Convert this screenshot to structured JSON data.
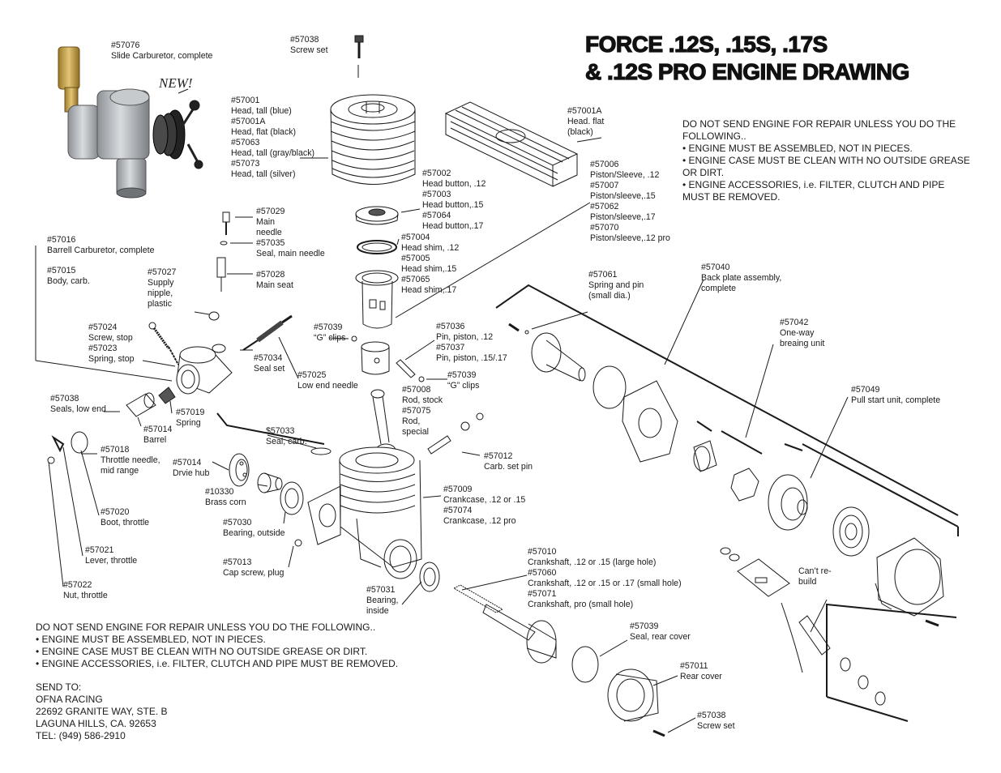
{
  "title": {
    "line1": "FORCE .12S, .15S, .17S",
    "line2": "& .12S PRO ENGINE DRAWING"
  },
  "new_badge": "NEW!",
  "parts": [
    {
      "id": "p57076",
      "lines": [
        "#57076",
        "Slide Carburetor, complete"
      ]
    },
    {
      "id": "p57038a",
      "lines": [
        "#57038",
        "Screw set"
      ]
    },
    {
      "id": "p57001",
      "lines": [
        "#57001",
        "Head, tall (blue)",
        "#57001A",
        "Head, flat (black)",
        "#57063",
        "Head, tall (gray/black)",
        "#57073",
        "Head, tall (silver)"
      ]
    },
    {
      "id": "p57001A",
      "lines": [
        "#57001A",
        "Head. flat",
        "(black)"
      ]
    },
    {
      "id": "p57002",
      "lines": [
        "#57002",
        "Head button, .12",
        "#57003",
        "Head button,.15",
        "#57064",
        "Head button,.17"
      ]
    },
    {
      "id": "p57006",
      "lines": [
        "#57006",
        "Piston/Sleeve, .12",
        "#57007",
        "Piston/sleeve,.15",
        "#57062",
        "Piston/sleeve,.17",
        "#57070",
        "Piston/sleeve,.12 pro"
      ]
    },
    {
      "id": "p57029",
      "lines": [
        "#57029",
        "Main",
        "needle"
      ]
    },
    {
      "id": "p57035",
      "lines": [
        "#57035",
        "Seal, main needle"
      ]
    },
    {
      "id": "p57004",
      "lines": [
        "#57004",
        "Head shim, .12",
        "#57005",
        "Head shim,.15",
        "#57065",
        "Head shim,.17"
      ]
    },
    {
      "id": "p57016",
      "lines": [
        "#57016",
        "Barrell Carburetor, complete"
      ]
    },
    {
      "id": "p57015",
      "lines": [
        "#57015",
        "Body, carb."
      ]
    },
    {
      "id": "p57027",
      "lines": [
        "#57027",
        "Supply",
        "nipple,",
        "plastic"
      ]
    },
    {
      "id": "p57028",
      "lines": [
        "#57028",
        "Main seat"
      ]
    },
    {
      "id": "p57061",
      "lines": [
        "#57061",
        "Spring and pin",
        "(small dia.)"
      ]
    },
    {
      "id": "p57040",
      "lines": [
        "#57040",
        "Back plate assembly,",
        "complete"
      ]
    },
    {
      "id": "p57024",
      "lines": [
        "#57024",
        "Screw, stop",
        "#57023",
        "Spring, stop"
      ]
    },
    {
      "id": "p57039a",
      "lines": [
        "#57039",
        "“G” clips"
      ]
    },
    {
      "id": "p57036",
      "lines": [
        "#57036",
        "Pin, piston, .12",
        "#57037",
        "Pin, piston, .15/.17"
      ]
    },
    {
      "id": "p57042",
      "lines": [
        "#57042",
        "One-way",
        "breaing unit"
      ]
    },
    {
      "id": "p57034",
      "lines": [
        "#57034",
        "Seal set"
      ]
    },
    {
      "id": "p57025",
      "lines": [
        "#57025",
        "Low end needle"
      ]
    },
    {
      "id": "p57039b",
      "lines": [
        "#57039",
        "“G” clips"
      ]
    },
    {
      "id": "p57049",
      "lines": [
        "#57049",
        "Pull start unit, complete"
      ]
    },
    {
      "id": "p57038b",
      "lines": [
        "#57038",
        "Seals, low end"
      ]
    },
    {
      "id": "p57008",
      "lines": [
        "#57008",
        "Rod, stock",
        "#57075",
        "Rod,",
        "special"
      ]
    },
    {
      "id": "p57019",
      "lines": [
        "#57019",
        "Spring"
      ]
    },
    {
      "id": "p57014a",
      "lines": [
        "#57014",
        "Barrel"
      ]
    },
    {
      "id": "p57033",
      "lines": [
        "$57033",
        "Seal, carb."
      ]
    },
    {
      "id": "p57018",
      "lines": [
        "#57018",
        "Throttle needle,",
        "mid range"
      ]
    },
    {
      "id": "p57014b",
      "lines": [
        "#57014",
        "Drvie hub"
      ]
    },
    {
      "id": "p57012",
      "lines": [
        "#57012",
        "Carb. set pin"
      ]
    },
    {
      "id": "p10330",
      "lines": [
        "#10330",
        "Brass corn"
      ]
    },
    {
      "id": "p57009",
      "lines": [
        "#57009",
        "Crankcase, .12 or .15",
        "#57074",
        "Crankcase, .12 pro"
      ]
    },
    {
      "id": "p57020",
      "lines": [
        "#57020",
        "Boot, throttle"
      ]
    },
    {
      "id": "p57030",
      "lines": [
        "#57030",
        "Bearing, outside"
      ]
    },
    {
      "id": "p57010",
      "lines": [
        "#57010",
        "Crankshaft, .12 or .15 (large hole)",
        "#57060",
        "Crankshaft, .12 or .15 or .17 (small hole)",
        "#57071",
        "Crankshaft, pro (small hole)"
      ]
    },
    {
      "id": "p57021",
      "lines": [
        "#57021",
        "Lever, throttle"
      ]
    },
    {
      "id": "p57013",
      "lines": [
        "#57013",
        "Cap screw, plug"
      ]
    },
    {
      "id": "prebuild",
      "lines": [
        "Can’t re-",
        "build"
      ]
    },
    {
      "id": "p57022",
      "lines": [
        "#57022",
        "Nut, throttle"
      ]
    },
    {
      "id": "p57031",
      "lines": [
        "#57031",
        "Bearing,",
        "inside"
      ]
    },
    {
      "id": "p57039c",
      "lines": [
        "#57039",
        "Seal, rear cover"
      ]
    },
    {
      "id": "p57011",
      "lines": [
        "#57011",
        "Rear cover"
      ]
    },
    {
      "id": "p57038c",
      "lines": [
        "#57038",
        "Screw set"
      ]
    }
  ],
  "notice_top": [
    "DO NOT SEND ENGINE FOR REPAIR UNLESS YOU DO THE FOLLOWING..",
    "• ENGINE MUST BE ASSEMBLED, NOT IN PIECES.",
    "• ENGINE CASE MUST BE CLEAN WITH NO OUTSIDE GREASE OR DIRT.",
    "• ENGINE ACCESSORIES, i.e. FILTER, CLUTCH AND PIPE MUST BE REMOVED."
  ],
  "notice_bottom": [
    "DO NOT SEND ENGINE FOR REPAIR UNLESS YOU DO THE FOLLOWING..",
    "• ENGINE MUST BE ASSEMBLED, NOT IN PIECES.",
    "• ENGINE CASE MUST BE CLEAN WITH NO OUTSIDE GREASE OR DIRT.",
    "• ENGINE ACCESSORIES, i.e. FILTER, CLUTCH AND PIPE MUST BE REMOVED."
  ],
  "send_to": [
    "SEND TO:",
    "OFNA RACING",
    "22692 GRANITE WAY, STE. B",
    "LAGUNA HILLS, CA.  92653",
    "TEL: (949) 586-2910"
  ],
  "colors": {
    "ink": "#1a1a1a",
    "metal": "#b9bdc2",
    "brass": "#c8a24a"
  }
}
